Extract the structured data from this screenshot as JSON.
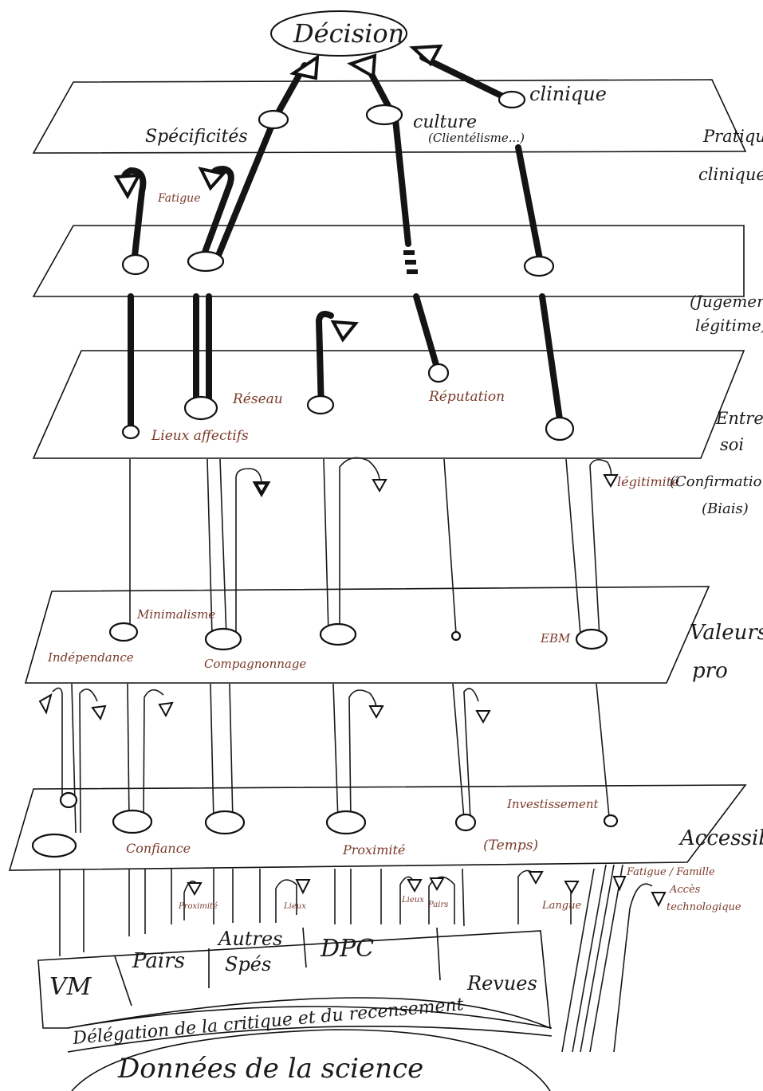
{
  "top": {
    "decision": "Décision"
  },
  "levels": {
    "l1": {
      "side": [
        "Pratique",
        "clinique"
      ],
      "nodes": {
        "specificites": "Spécificités",
        "culture": "culture",
        "culture_sub": "(Clientélisme...)",
        "clinique": "clinique"
      }
    },
    "l2": {
      "side": [
        "(Jugement",
        "légitime)"
      ],
      "notes": {
        "fatigue": "Fatigue"
      }
    },
    "l3": {
      "side": [
        "Entre",
        "soi"
      ],
      "nodes": {
        "lieux_affectifs": "Lieux affectifs",
        "reseau": "Réseau",
        "reputation": "Réputation"
      }
    },
    "l3_link": {
      "legitimite": "légitimité",
      "confirmation": "(Confirmation",
      "biais": "(Biais)"
    },
    "l4": {
      "side": [
        "Valeurs",
        "pro"
      ],
      "nodes": {
        "minimalisme": "Minimalisme",
        "independance": "Indépendance",
        "compagnonnage": "Compagnonnage",
        "ebm": "EBM"
      }
    },
    "l5": {
      "side": [
        "Accessibilité"
      ],
      "nodes": {
        "investissement": "Investissement",
        "confiance": "Confiance",
        "proximite": "Proximité",
        "temps": "(Temps)"
      }
    },
    "bottom_notes": {
      "proximite": "Proximité",
      "lieux": "Lieux",
      "lieux_pairs": "Lieux",
      "pairs": "Pairs",
      "langue": "Langue",
      "fatigue_famille": "Fatigue / Famille",
      "acces": "Accès",
      "technologique": "technologique"
    }
  },
  "base": {
    "sources": [
      "VM",
      "Pairs",
      "Autres",
      "Spés",
      "DPC",
      "Revues"
    ],
    "delegation": "Délégation de la critique et du recensement",
    "donnees": "Données de la science"
  }
}
